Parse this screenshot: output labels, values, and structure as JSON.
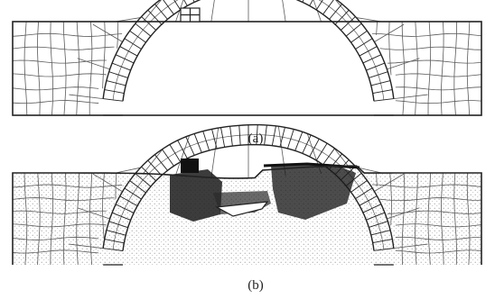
{
  "figure": {
    "panels": [
      {
        "id": "a",
        "caption": "(a)",
        "state": "undeformed"
      },
      {
        "id": "b",
        "caption": "(b)",
        "state": "deformed"
      }
    ],
    "colors": {
      "line": "#222222",
      "mesh": "#5a5a5a",
      "stipple": "#b8b8b8",
      "dark": "#1a1a1a"
    }
  }
}
